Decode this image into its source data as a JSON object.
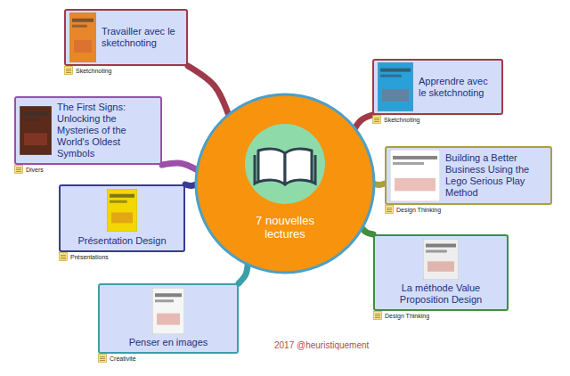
{
  "diagram": {
    "nodes": [
      {
        "text": [
          "7 nouvelles lectures"
        ]
      },
      {
        "text": [
          "Apprendre avec le sketchnoting",
          "Sketchnoting"
        ]
      },
      {
        "text": [
          "Building a Better Business Using the Lego Serious Play Method",
          "Design Thinking"
        ]
      },
      {
        "text": [
          "La méthode Value Proposition Design",
          "Design Thinking"
        ]
      },
      {
        "text": [
          "Penser en images",
          "Créativité"
        ]
      },
      {
        "text": [
          "Présentation Design",
          "Présentations"
        ]
      },
      {
        "text": [
          "The First Signs: Unlocking the Mysteries of the World's Oldest Symbols",
          "Divers"
        ]
      },
      {
        "text": [
          "Travailler avec le sketchnoting",
          "Sketchnoting"
        ]
      }
    ],
    "edges": [
      {
        "from": 0,
        "to": 1,
        "arrow": "none"
      },
      {
        "from": 0,
        "to": 2,
        "arrow": "none"
      },
      {
        "from": 0,
        "to": 3,
        "arrow": "none"
      },
      {
        "from": 0,
        "to": 4,
        "arrow": "none"
      },
      {
        "from": 0,
        "to": 5,
        "arrow": "none"
      },
      {
        "from": 0,
        "to": 6,
        "arrow": "none"
      },
      {
        "from": 0,
        "to": 7,
        "arrow": "none"
      }
    ],
    "labels": [
      "2017 @heuristiquement"
    ]
  }
}
